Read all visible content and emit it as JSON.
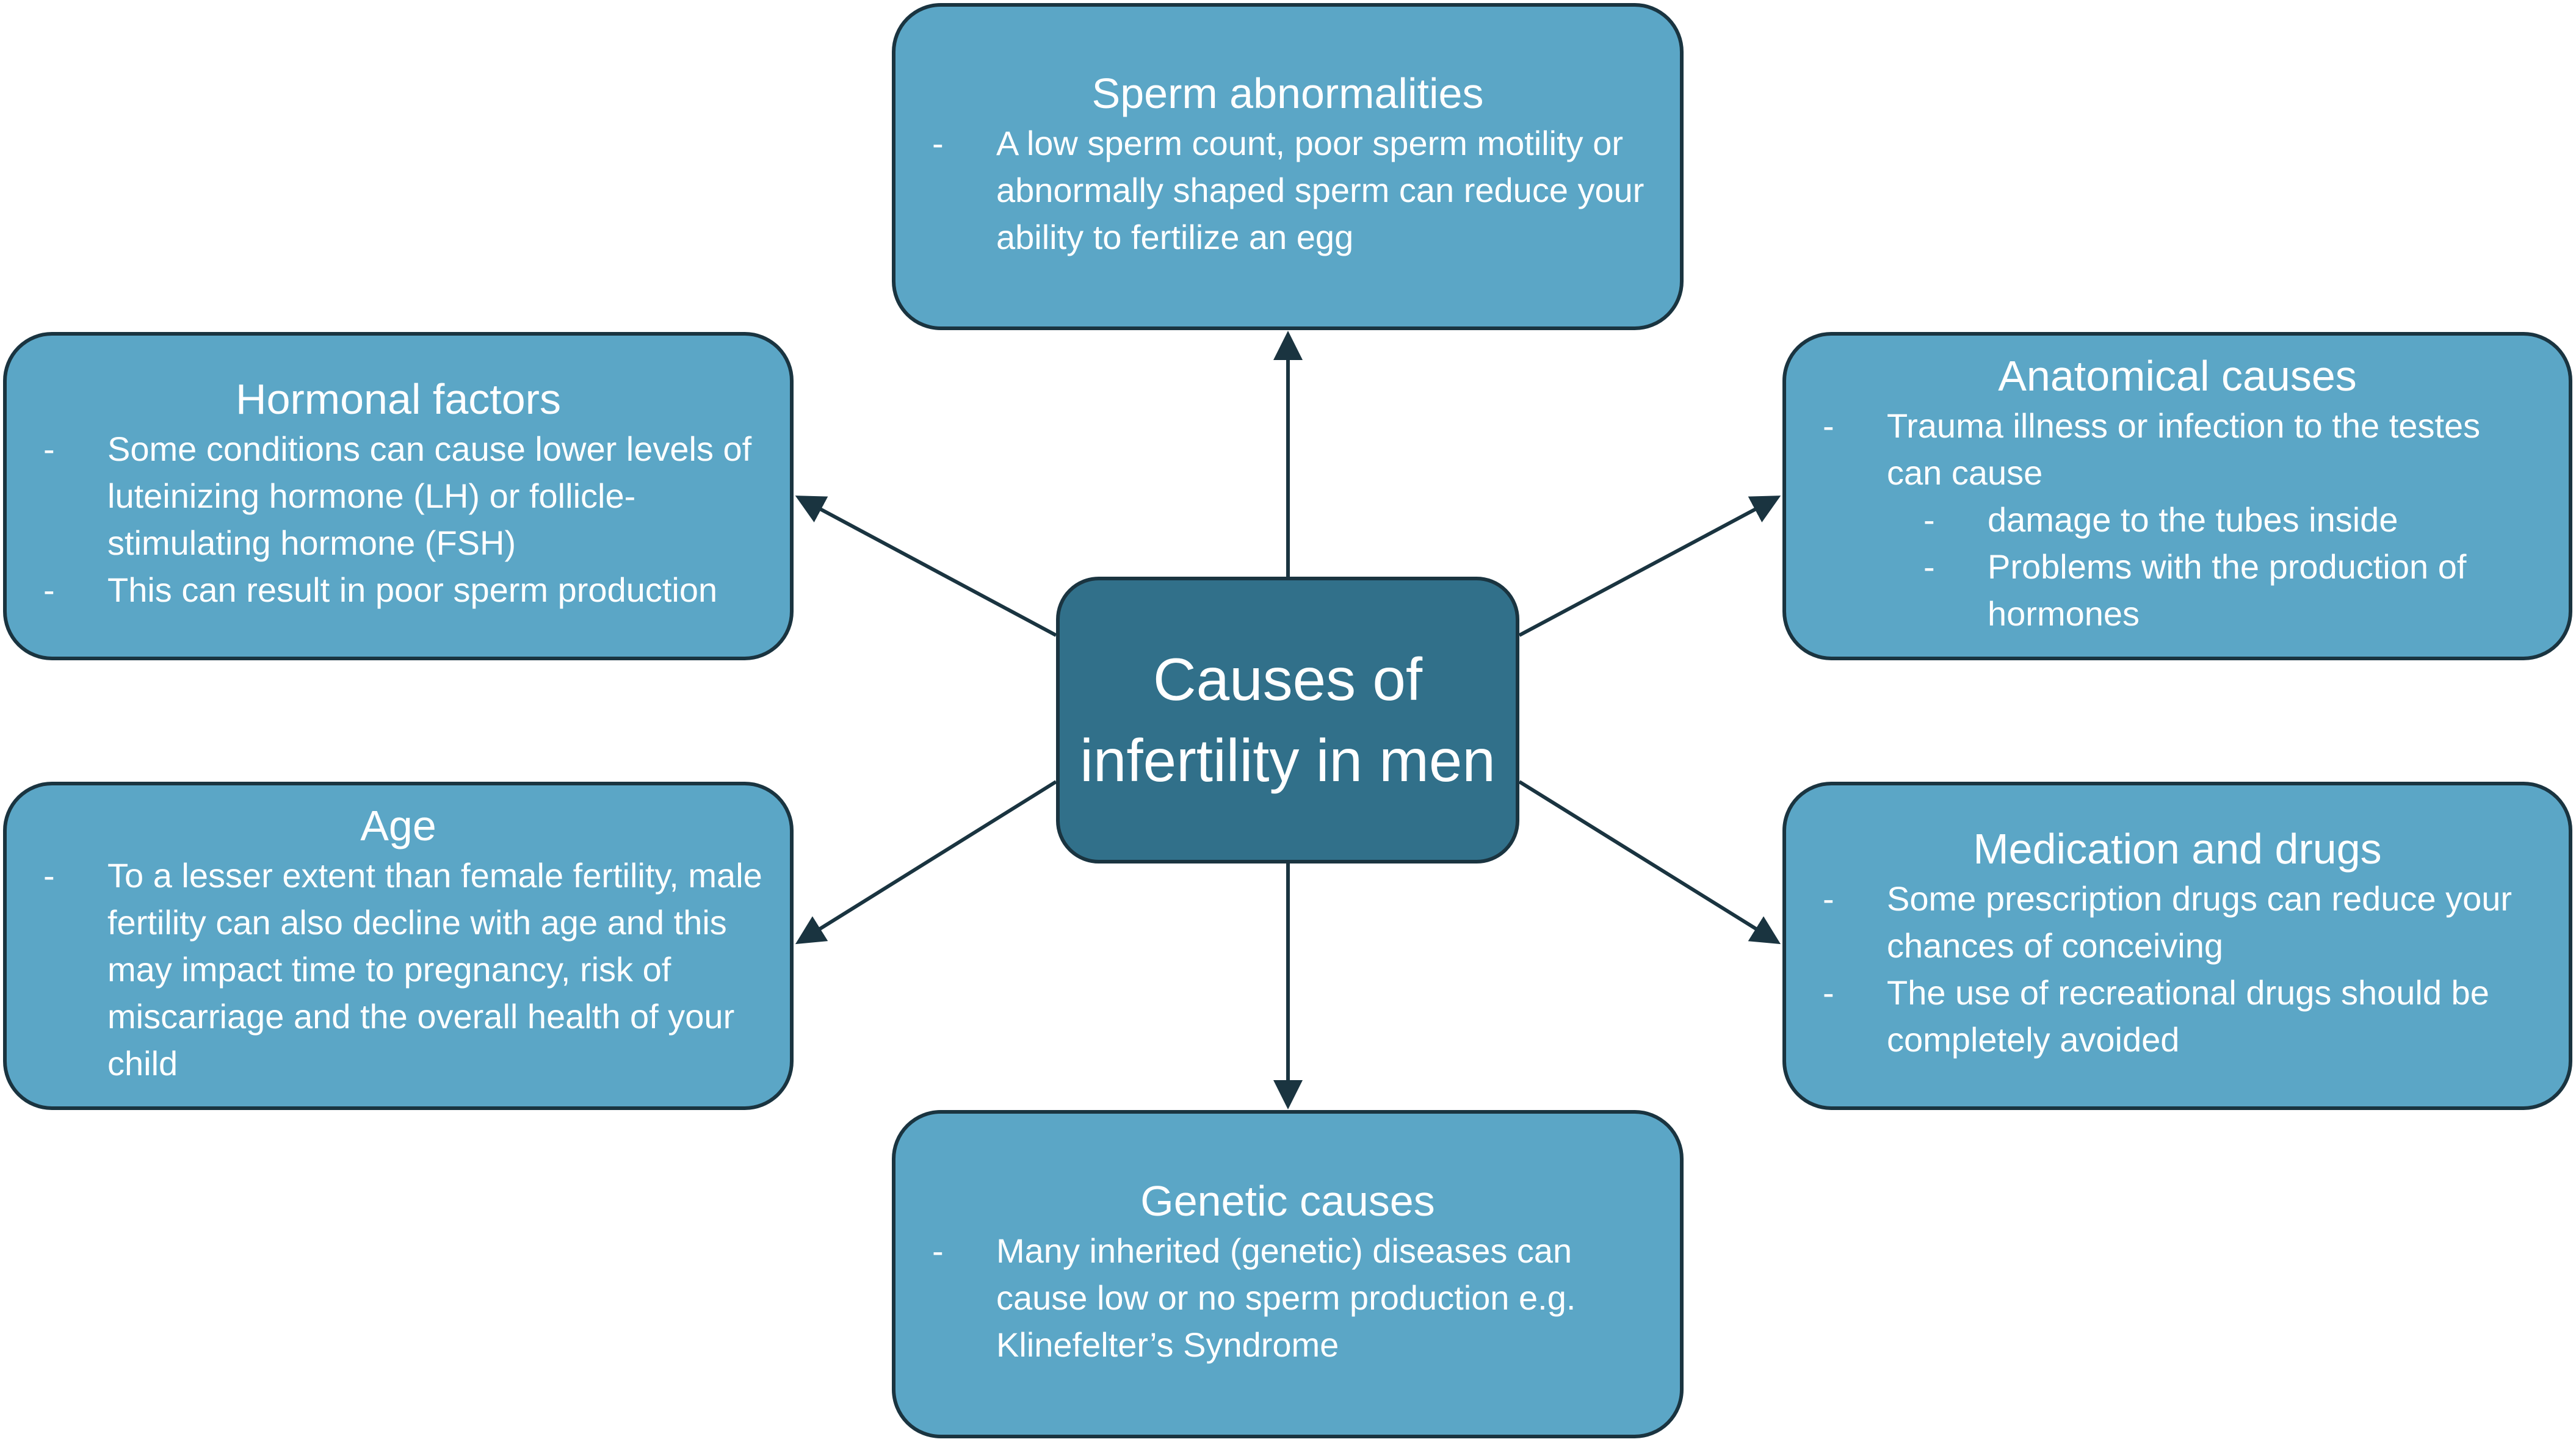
{
  "center": {
    "title": "Causes of infertility in men"
  },
  "boxes": {
    "sperm": {
      "title": "Sperm abnormalities",
      "items": [
        "A low sperm count, poor sperm motility or abnormally shaped sperm can reduce your ability to fertilize an egg"
      ]
    },
    "hormonal": {
      "title": "Hormonal factors",
      "items": [
        "Some conditions can cause lower levels of luteinizing hormone (LH) or follicle-stimulating hormone (FSH)",
        "This can result in poor sperm production"
      ]
    },
    "anatomical": {
      "title": "Anatomical causes",
      "items": [
        "Trauma illness or infection to the testes can cause"
      ],
      "subitems": [
        "damage to the tubes inside",
        "Problems with the production of hormones"
      ]
    },
    "age": {
      "title": "Age",
      "items": [
        "To a lesser extent than female fertility, male fertility can also decline with age and this may impact time to pregnancy, risk of miscarriage and the overall health of your child"
      ]
    },
    "medication": {
      "title": "Medication and drugs",
      "items": [
        "Some prescription drugs can reduce your chances of conceiving",
        "The use of recreational drugs should be completely avoided"
      ]
    },
    "genetic": {
      "title": "Genetic causes",
      "items": [
        "Many inherited (genetic) diseases can cause low or no sperm production e.g. Klinefelter’s Syndrome"
      ]
    }
  },
  "colors": {
    "box": "#5BA6C6",
    "center": "#31708A",
    "border": "#1A3440"
  }
}
